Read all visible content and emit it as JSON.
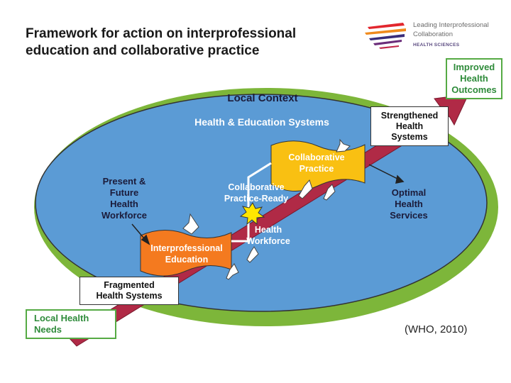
{
  "title_line1": "Framework for action on interprofessional",
  "title_line2": "education and collaborative practice",
  "logo": {
    "line1": "Leading Interprofessional",
    "line2": "Collaboration",
    "line3": "HEALTH SCIENCES"
  },
  "improved_outcomes": [
    "Improved",
    "Health",
    "Outcomes"
  ],
  "local_context": "Local Context",
  "systems_label": "Health & Education Systems",
  "strengthened": [
    "Strengthened",
    "Health",
    "Systems"
  ],
  "collab_practice": [
    "Collaborative",
    "Practice"
  ],
  "collab_ready": [
    "Collaborative",
    "Practice-Ready"
  ],
  "present_future": [
    "Present &",
    "Future",
    "Health",
    "Workforce"
  ],
  "optimal": [
    "Optimal",
    "Health",
    "Services"
  ],
  "health_workforce": [
    "Health",
    "Workforce"
  ],
  "ipe": [
    "Interprofessional",
    "Education"
  ],
  "fragmented": [
    "Fragmented",
    "Health Systems"
  ],
  "local_needs": [
    "Local Health",
    "Needs"
  ],
  "citation": "(WHO, 2010)",
  "colors": {
    "ellipse_blue": "#5b9bd5",
    "ellipse_green": "#7db63a",
    "arrow_red": "#b02a46",
    "banner_orange": "#f47a1f",
    "banner_yellow": "#f9c012",
    "star": "#ffe600"
  }
}
